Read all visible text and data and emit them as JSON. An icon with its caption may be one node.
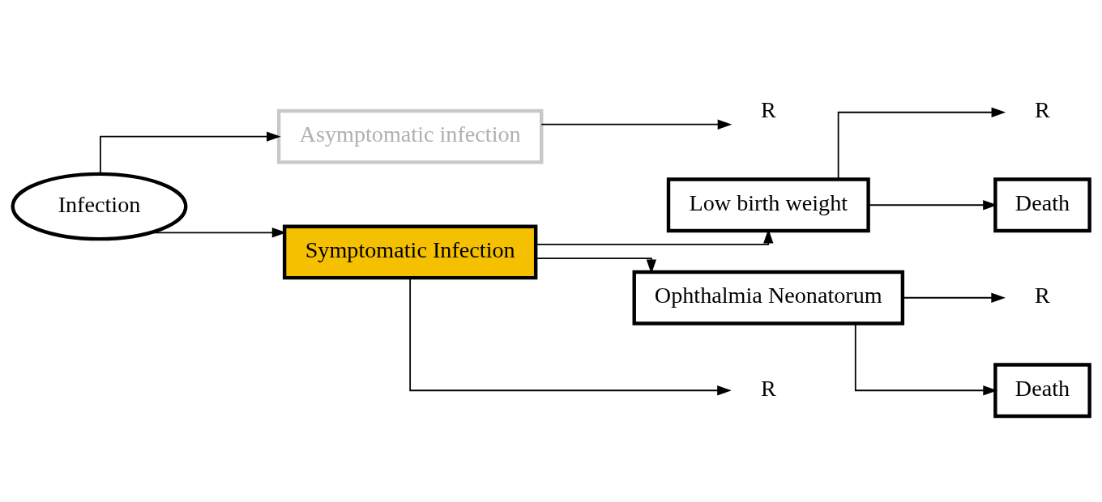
{
  "diagram": {
    "nodes": [
      {
        "text": [
          "Infection"
        ]
      },
      {
        "text": [
          "Asymptomatic infection"
        ]
      },
      {
        "text": [
          "R"
        ]
      },
      {
        "text": [
          "Symptomatic Infection"
        ]
      },
      {
        "text": [
          "Low birth weight"
        ]
      },
      {
        "text": [
          "R"
        ]
      },
      {
        "text": [
          "Death"
        ]
      },
      {
        "text": [
          "Ophthalmia Neonatorum"
        ]
      },
      {
        "text": [
          "R"
        ]
      },
      {
        "text": [
          "Death"
        ]
      },
      {
        "text": [
          "R"
        ]
      }
    ],
    "edges": [
      {
        "from": 0,
        "to": 1,
        "arrow": "to"
      },
      {
        "from": 0,
        "to": 3,
        "arrow": "to"
      },
      {
        "from": 1,
        "to": 2,
        "arrow": "to"
      },
      {
        "from": 3,
        "to": 4,
        "arrow": "to"
      },
      {
        "from": 3,
        "to": 7,
        "arrow": "to"
      },
      {
        "from": 3,
        "to": 10,
        "arrow": "to"
      },
      {
        "from": 4,
        "to": 5,
        "arrow": "to"
      },
      {
        "from": 4,
        "to": 6,
        "arrow": "to"
      },
      {
        "from": 7,
        "to": 8,
        "arrow": "to"
      },
      {
        "from": 7,
        "to": 9,
        "arrow": "to"
      }
    ]
  }
}
